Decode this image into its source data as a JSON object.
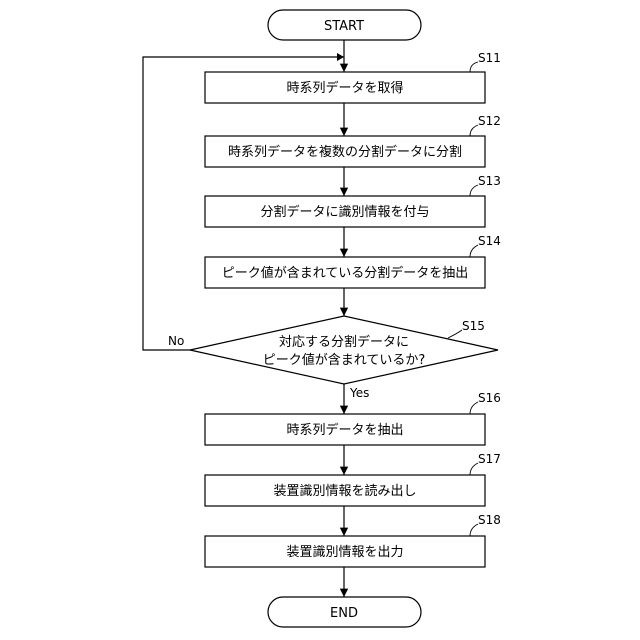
{
  "nodes": {
    "start": "START",
    "s11": "時系列データを取得",
    "s12": "時系列データを複数の分割データに分割",
    "s13": "分割データに識別情報を付与",
    "s14": "ピーク値が含まれている分割データを抽出",
    "s15_line1": "対応する分割データに",
    "s15_line2": "ピーク値が含まれているか?",
    "s16": "時系列データを抽出",
    "s17": "装置識別情報を読み出し",
    "s18": "装置識別情報を出力",
    "end": "END"
  },
  "step_labels": {
    "s11": "S11",
    "s12": "S12",
    "s13": "S13",
    "s14": "S14",
    "s15": "S15",
    "s16": "S16",
    "s17": "S17",
    "s18": "S18"
  },
  "edges": {
    "no": "No",
    "yes": "Yes"
  }
}
